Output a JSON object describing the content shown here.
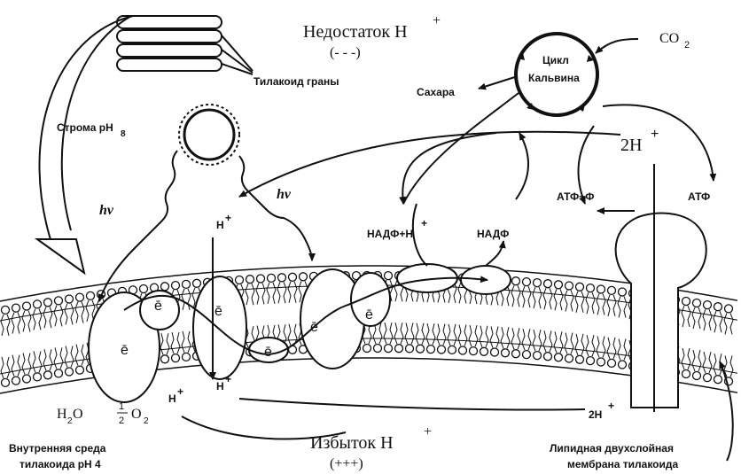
{
  "title_top": {
    "main": "Недостаток H",
    "sup": "+",
    "sub": "(- - -)"
  },
  "title_bottom": {
    "main": "Избыток H",
    "sup": "+",
    "sub": "(+++)"
  },
  "labels": {
    "thylakoid_grana": "Тилакоид граны",
    "stroma": "Строма pH",
    "stroma_sub": "8",
    "sugar": "Сахара",
    "calvin": [
      "Цикл",
      "Кальвина"
    ],
    "co2": "CO",
    "co2_sub": "2",
    "two_h_top": "2H",
    "atp_adp": "АТФ+Ф",
    "atp": "АТФ",
    "nadp_h": "НАДФ+H",
    "nadp": "НАДФ",
    "hv": "hν",
    "h_plus": "H",
    "electron": "ē",
    "h2o": "H",
    "h2o_sub": "2",
    "h2o_o": "O",
    "half": [
      "1",
      "2"
    ],
    "o2": "O",
    "o2_sub": "2",
    "two_h_bottom": "2H",
    "inner_medium": [
      "Внутренняя среда",
      "тилакоида pH 4"
    ],
    "membrane": [
      "Липидная двухслойная",
      "мембрана тилакоида"
    ],
    "plus": "+"
  },
  "colors": {
    "ink": "#111111",
    "background": "#ffffff"
  }
}
